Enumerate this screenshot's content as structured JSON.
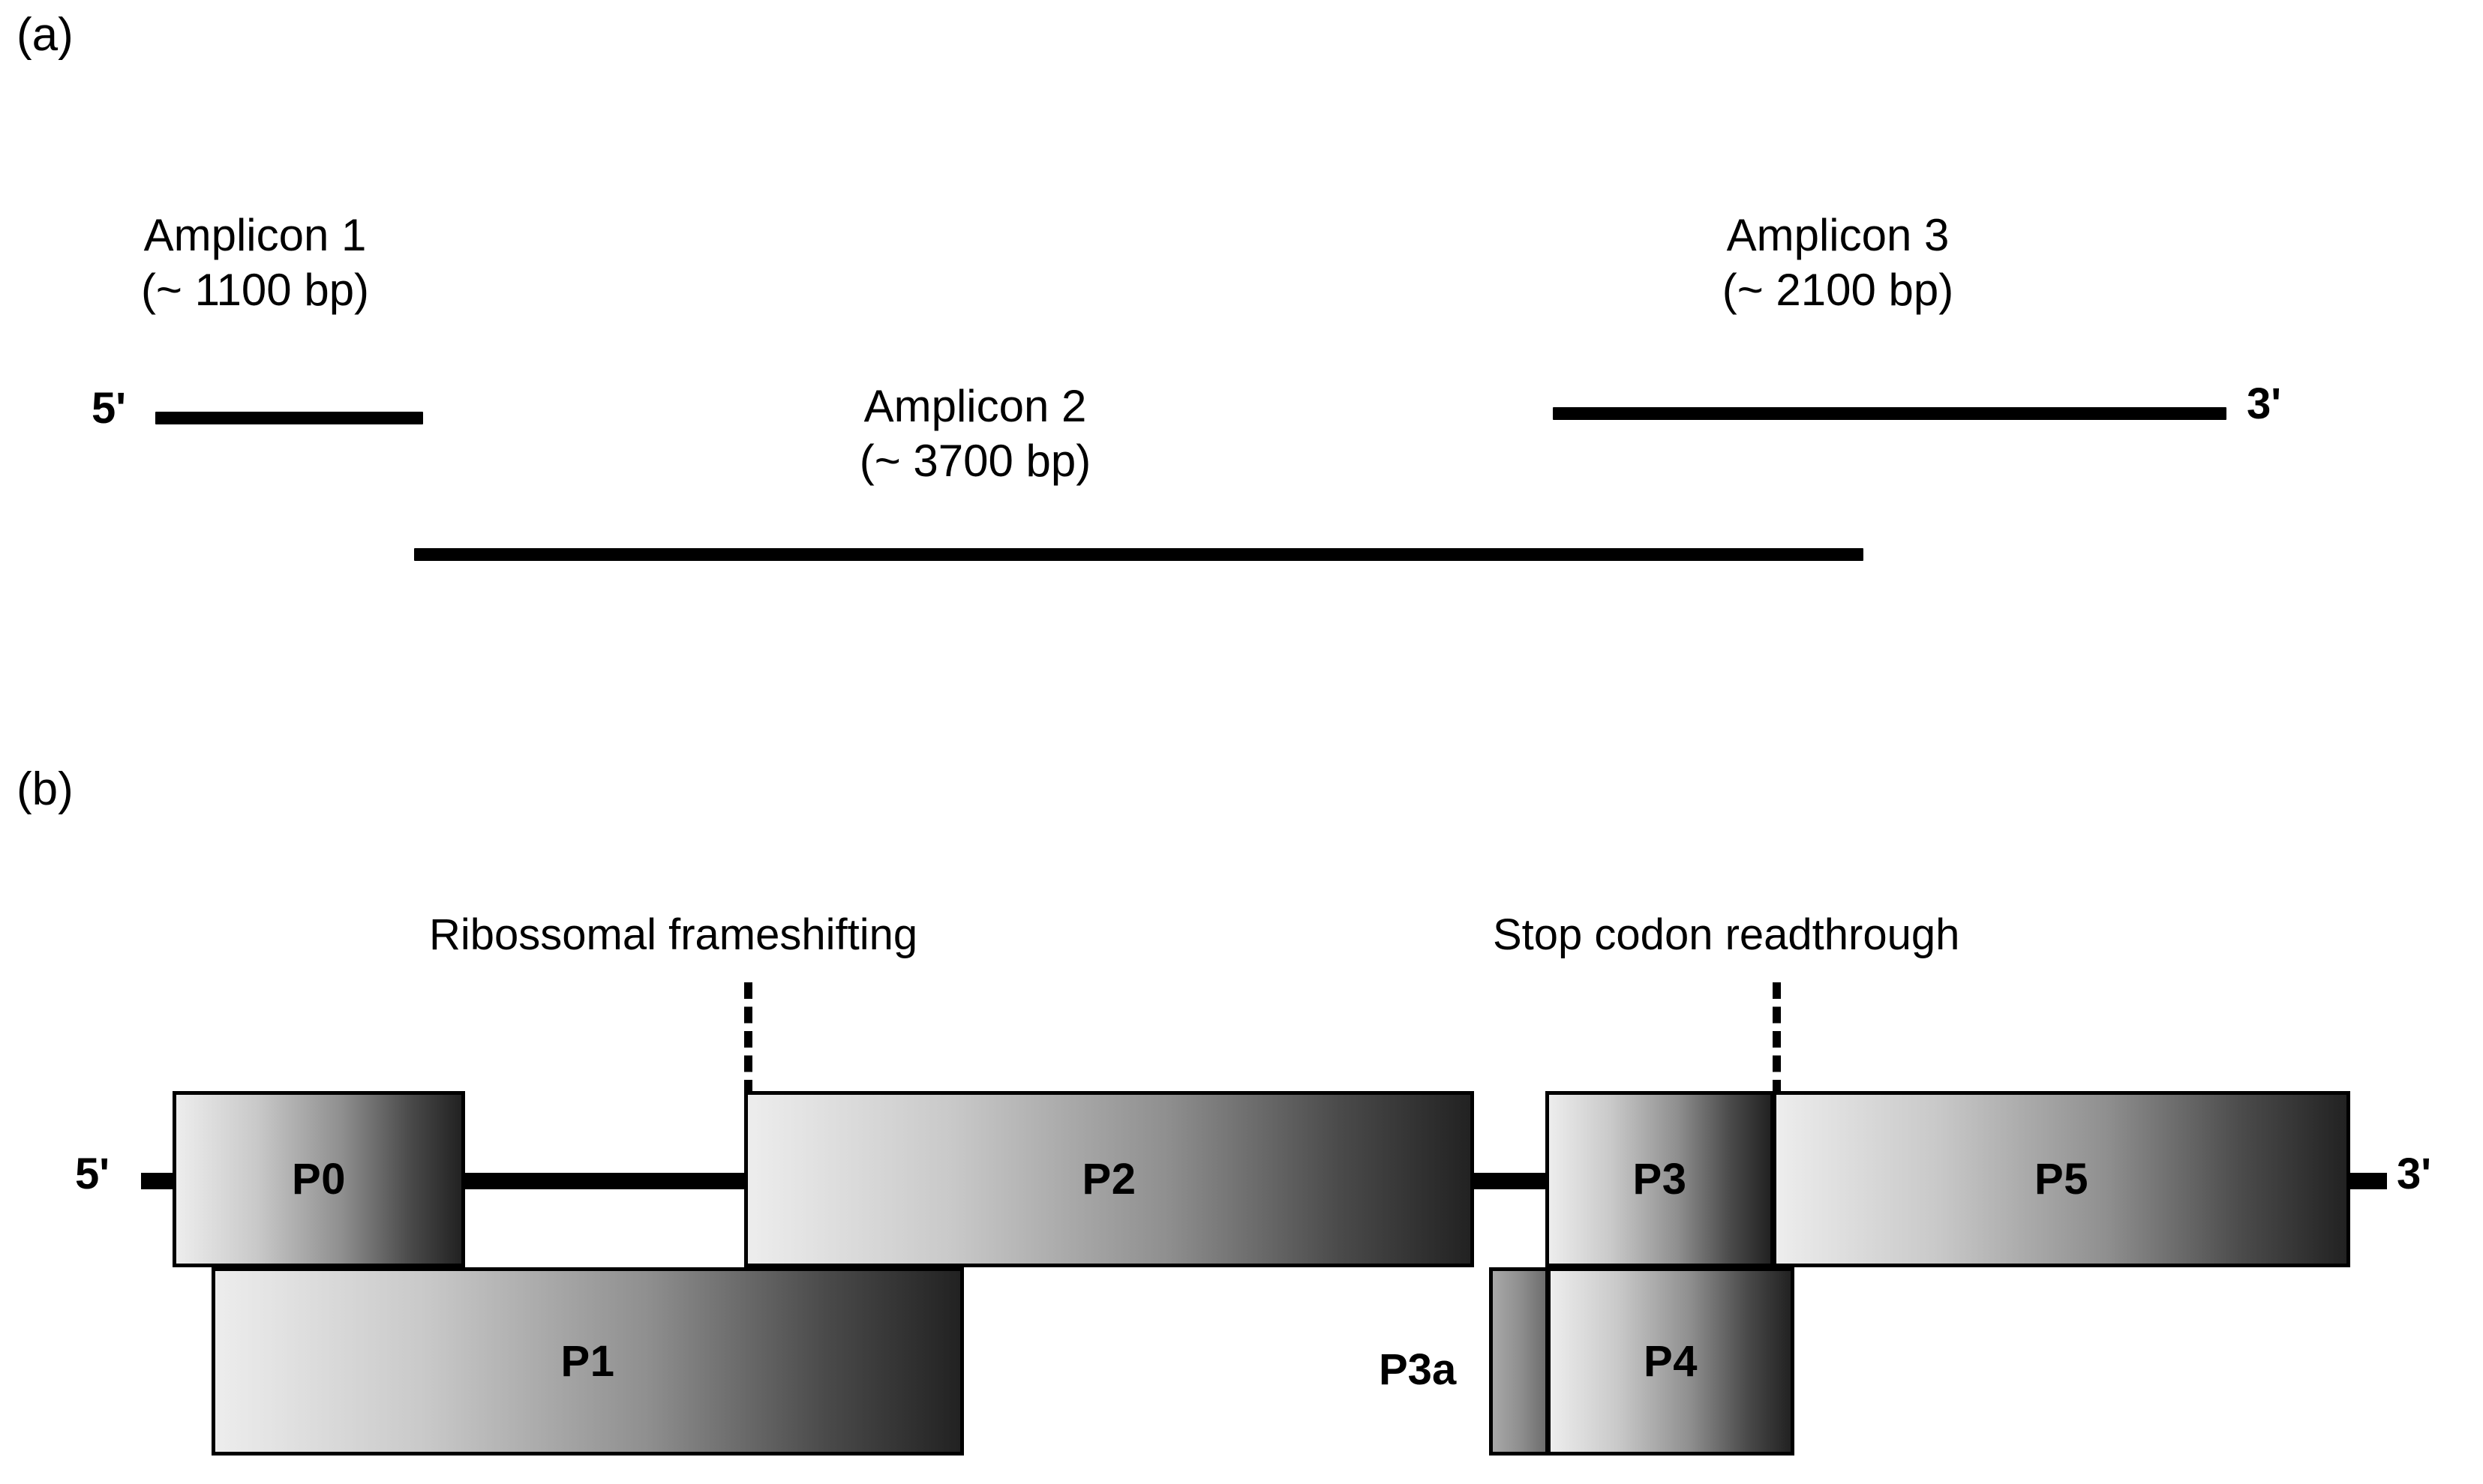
{
  "figure": {
    "panels": [
      {
        "tag": "(a)",
        "strand_start_label": "5'",
        "strand_end_label": "3'",
        "amplicons": [
          {
            "name": "Amplicon 1",
            "size": "(~ 1100 bp)"
          },
          {
            "name": "Amplicon 2",
            "size": "(~ 3700 bp)"
          },
          {
            "name": "Amplicon 3",
            "size": "(~ 2100 bp)"
          }
        ]
      },
      {
        "tag": "(b)",
        "strand_start_label": "5'",
        "strand_end_label": "3'",
        "annotations": [
          {
            "text": "Ribossomal frameshifting"
          },
          {
            "text": "Stop codon readthrough"
          }
        ],
        "orfs": [
          {
            "label": "P0"
          },
          {
            "label": "P1"
          },
          {
            "label": "P2"
          },
          {
            "label": "P3"
          },
          {
            "label": "P5"
          },
          {
            "label": "P4"
          }
        ],
        "side_labels": [
          {
            "label": "P3a"
          }
        ]
      }
    ]
  },
  "colors": {
    "background": "#ffffff",
    "ink": "#000000",
    "gradient_light": "#ededed",
    "gradient_dark": "#222222"
  }
}
